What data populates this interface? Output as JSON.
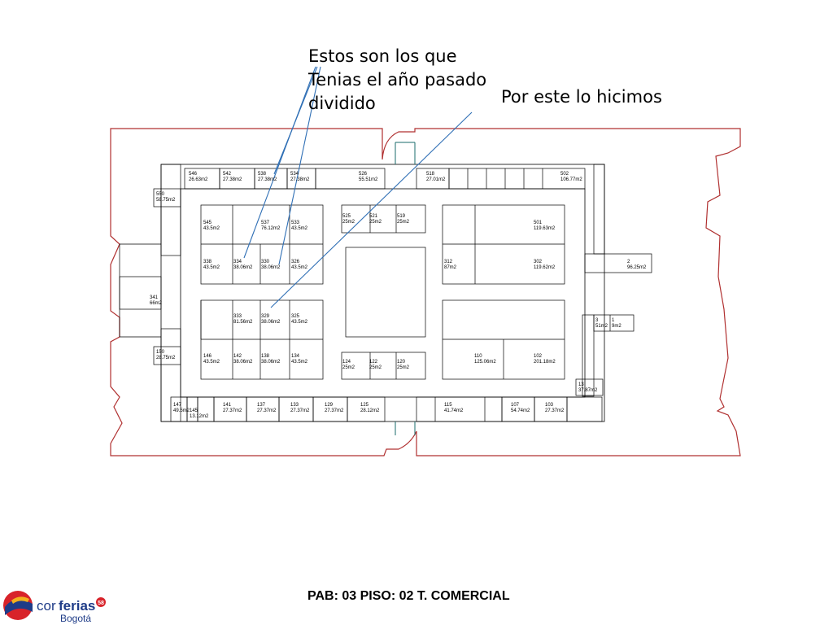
{
  "annotations": {
    "note_1": [
      "Estos son los que",
      "Tenias el año pasado",
      "dividido"
    ],
    "note_2": "Por este lo hicimos"
  },
  "footer": {
    "title": "PAB: 03 PISO: 02  T.  COMERCIAL"
  },
  "logo": {
    "brand_light": "cor",
    "brand_bold": "ferias",
    "city": "Bogotá",
    "badge": "58"
  },
  "colors": {
    "outer_wall": "#b03030",
    "plan_lines": "#000000",
    "inner_edge": "#1a6b6b",
    "annotation_lines": "#2f6fb5",
    "logo_red": "#d8232a",
    "logo_blue": "#1f3c88",
    "logo_yellow": "#f2b01e"
  },
  "booths": [
    {
      "num": "546",
      "area": "26.63m2"
    },
    {
      "num": "542",
      "area": "27.38m2"
    },
    {
      "num": "538",
      "area": "27.38m2"
    },
    {
      "num": "534",
      "area": "27.38m2"
    },
    {
      "num": "526",
      "area": "55.51m2"
    },
    {
      "num": "518",
      "area": "27.01m2"
    },
    {
      "num": "502",
      "area": "106.77m2"
    },
    {
      "num": "550",
      "area": "58.75m2"
    },
    {
      "num": "545",
      "area": "43.5m2"
    },
    {
      "num": "537",
      "area": "76.12m2"
    },
    {
      "num": "533",
      "area": "43.5m2"
    },
    {
      "num": "525",
      "area": "25m2"
    },
    {
      "num": "521",
      "area": "25m2"
    },
    {
      "num": "519",
      "area": "25m2"
    },
    {
      "num": "501",
      "area": "119.63m2"
    },
    {
      "num": "338",
      "area": "43.5m2"
    },
    {
      "num": "334",
      "area": "38.06m2"
    },
    {
      "num": "330",
      "area": "38.06m2"
    },
    {
      "num": "326",
      "area": "43.5m2"
    },
    {
      "num": "312",
      "area": "87m2"
    },
    {
      "num": "302",
      "area": "119.62m2"
    },
    {
      "num": "2",
      "area": "96.25m2"
    },
    {
      "num": "341",
      "area": "66m2"
    },
    {
      "num": "333",
      "area": "81.56m2"
    },
    {
      "num": "329",
      "area": "38.06m2"
    },
    {
      "num": "325",
      "area": "43.5m2"
    },
    {
      "num": "3",
      "area": "51m2"
    },
    {
      "num": "1",
      "area": "9m2"
    },
    {
      "num": "150",
      "area": "28.75m2"
    },
    {
      "num": "146",
      "area": "43.5m2"
    },
    {
      "num": "142",
      "area": "38.06m2"
    },
    {
      "num": "138",
      "area": "38.06m2"
    },
    {
      "num": "134",
      "area": "43.5m2"
    },
    {
      "num": "124",
      "area": "25m2"
    },
    {
      "num": "122",
      "area": "25m2"
    },
    {
      "num": "120",
      "area": "25m2"
    },
    {
      "num": "110",
      "area": "125.06m2"
    },
    {
      "num": "102",
      "area": "201.18m2"
    },
    {
      "num": "13",
      "area": "37.87m2"
    },
    {
      "num": "147",
      "area": "49.5m2"
    },
    {
      "num": "145",
      "area": "13.12m2"
    },
    {
      "num": "141",
      "area": "27.37m2"
    },
    {
      "num": "137",
      "area": "27.37m2"
    },
    {
      "num": "133",
      "area": "27.37m2"
    },
    {
      "num": "129",
      "area": "27.37m2"
    },
    {
      "num": "125",
      "area": "28.12m2"
    },
    {
      "num": "115",
      "area": "41.74m2"
    },
    {
      "num": "107",
      "area": "54.74m2"
    },
    {
      "num": "103",
      "area": "27.37m2"
    }
  ]
}
